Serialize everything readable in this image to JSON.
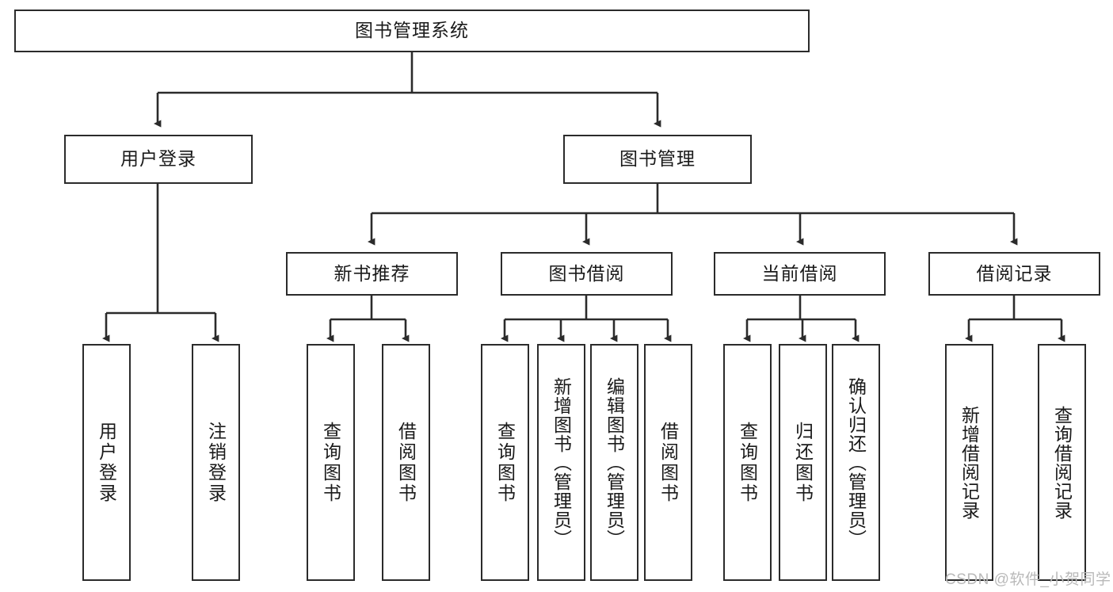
{
  "diagram": {
    "title": "图书管理系统",
    "type": "hierarchy-tree",
    "watermark": "CSDN @软件_小贺同学",
    "colors": {
      "box_border": "#2b2b2b",
      "box_fill": "#ffffff",
      "connector": "#2b2b2b",
      "text": "#1a1a1a",
      "watermark": "#b9b9b9",
      "background": "#ffffff"
    },
    "root": {
      "label": "图书管理系统"
    },
    "level2": [
      {
        "label": "用户登录"
      },
      {
        "label": "图书管理"
      }
    ],
    "level3": [
      {
        "label": "新书推荐"
      },
      {
        "label": "图书借阅"
      },
      {
        "label": "当前借阅"
      },
      {
        "label": "借阅记录"
      }
    ],
    "leaves": {
      "user_login": [
        {
          "label": "用户登录"
        },
        {
          "label": "注销登录"
        }
      ],
      "new_book_recommend": [
        {
          "label": "查询图书"
        },
        {
          "label": "借阅图书"
        }
      ],
      "book_borrow": [
        {
          "label": "查询图书"
        },
        {
          "label": "新增图书（管理员）"
        },
        {
          "label": "编辑图书（管理员）"
        },
        {
          "label": "借阅图书"
        }
      ],
      "current_borrow": [
        {
          "label": "查询图书"
        },
        {
          "label": "归还图书"
        },
        {
          "label": "确认归还（管理员）"
        }
      ],
      "borrow_records": [
        {
          "label": "新增借阅记录"
        },
        {
          "label": "查询借阅记录"
        }
      ]
    }
  }
}
